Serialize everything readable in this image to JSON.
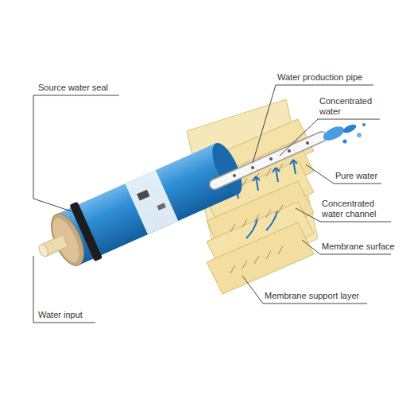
{
  "diagram": {
    "labels": [
      "Water production pipe",
      "Source water seal",
      "Concentrated water",
      "Pure water",
      "Concentrated water channel",
      "Membrane surface",
      "Membrane support layer",
      "Water input"
    ]
  }
}
